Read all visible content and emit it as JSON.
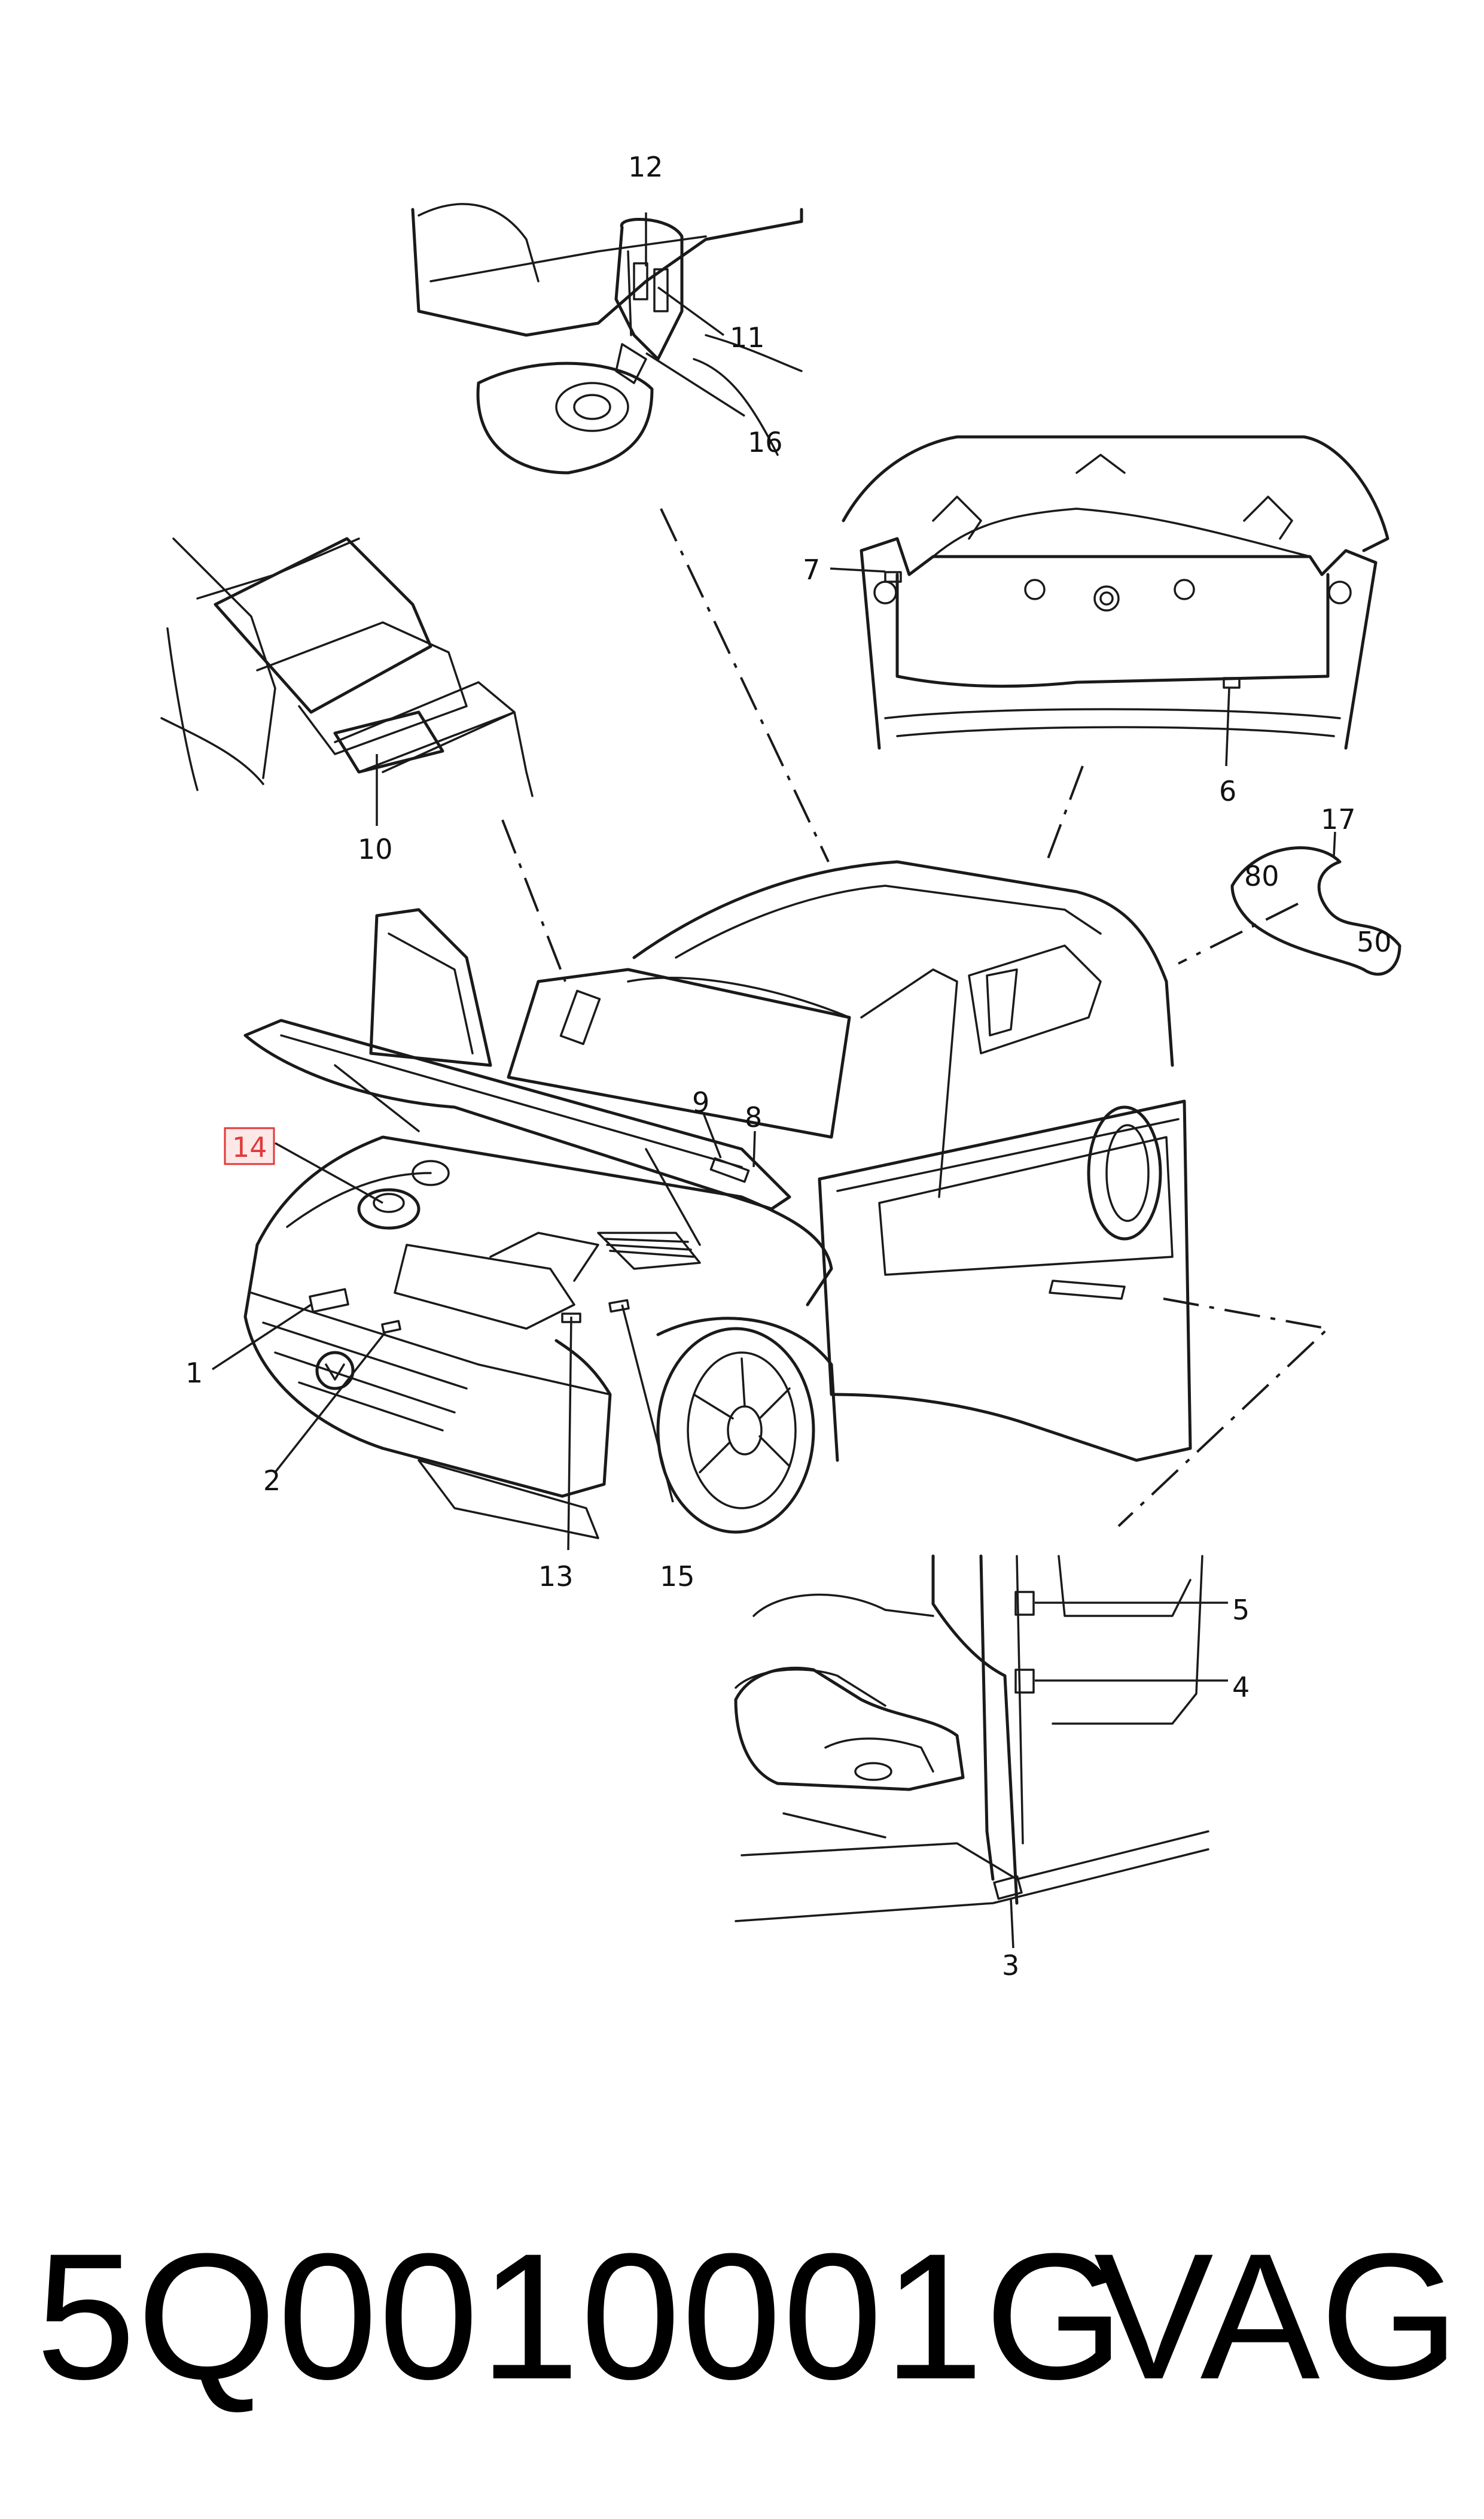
{
  "callouts": [
    "1",
    "2",
    "3",
    "4",
    "5",
    "6",
    "7",
    "8",
    "9",
    "10",
    "11",
    "12",
    "13",
    "14",
    "15",
    "16",
    "17"
  ],
  "highlighted_callout": "14",
  "highlight_color": "#e03a3a",
  "sticker_texts": {
    "upper": "80",
    "lower": "50"
  },
  "footer": {
    "part_number": "5Q0010001G",
    "brand": "VAG"
  }
}
